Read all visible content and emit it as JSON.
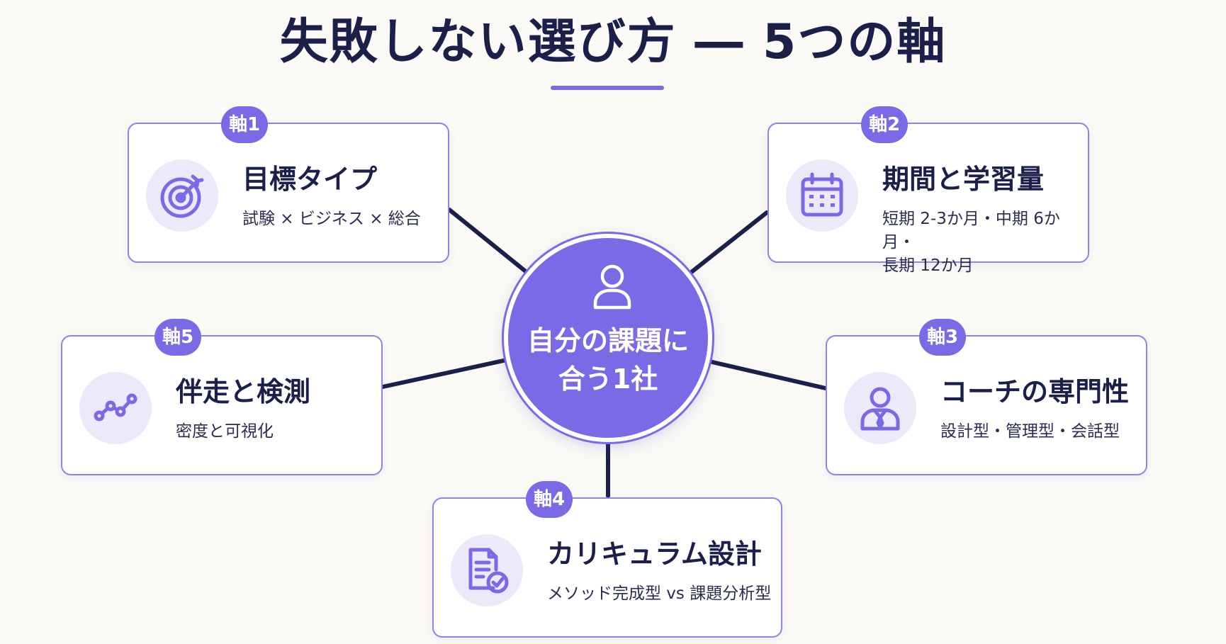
{
  "title": "失敗しない選び方 ― 5つの軸",
  "center": {
    "icon": "user-outline-icon",
    "label_line1": "自分の課題に",
    "label_line2": "合う1社"
  },
  "axes": [
    {
      "badge": "軸1",
      "title": "目標タイプ",
      "desc_line1": "試験 × ビジネス × 総合",
      "desc_line2": "",
      "icon": "target-icon"
    },
    {
      "badge": "軸2",
      "title": "期間と学習量",
      "desc_line1": "短期 2-3か月・中期 6か月・",
      "desc_line2": "長期 12か月",
      "icon": "calendar-icon"
    },
    {
      "badge": "軸3",
      "title": "コーチの専門性",
      "desc_line1": "設計型・管理型・会話型",
      "desc_line2": "",
      "icon": "coach-icon"
    },
    {
      "badge": "軸4",
      "title": "カリキュラム設計",
      "desc_line1": "メソッド完成型 vs 課題分析型",
      "desc_line2": "",
      "icon": "document-check-icon"
    },
    {
      "badge": "軸5",
      "title": "伴走と検測",
      "desc_line1": "密度と可視化",
      "desc_line2": "",
      "icon": "trend-line-icon"
    }
  ],
  "colors": {
    "accent": "#7a6ae6",
    "text_dark": "#1b1f4a",
    "connector": "#1b1f4a",
    "background": "#fcfaf6"
  }
}
